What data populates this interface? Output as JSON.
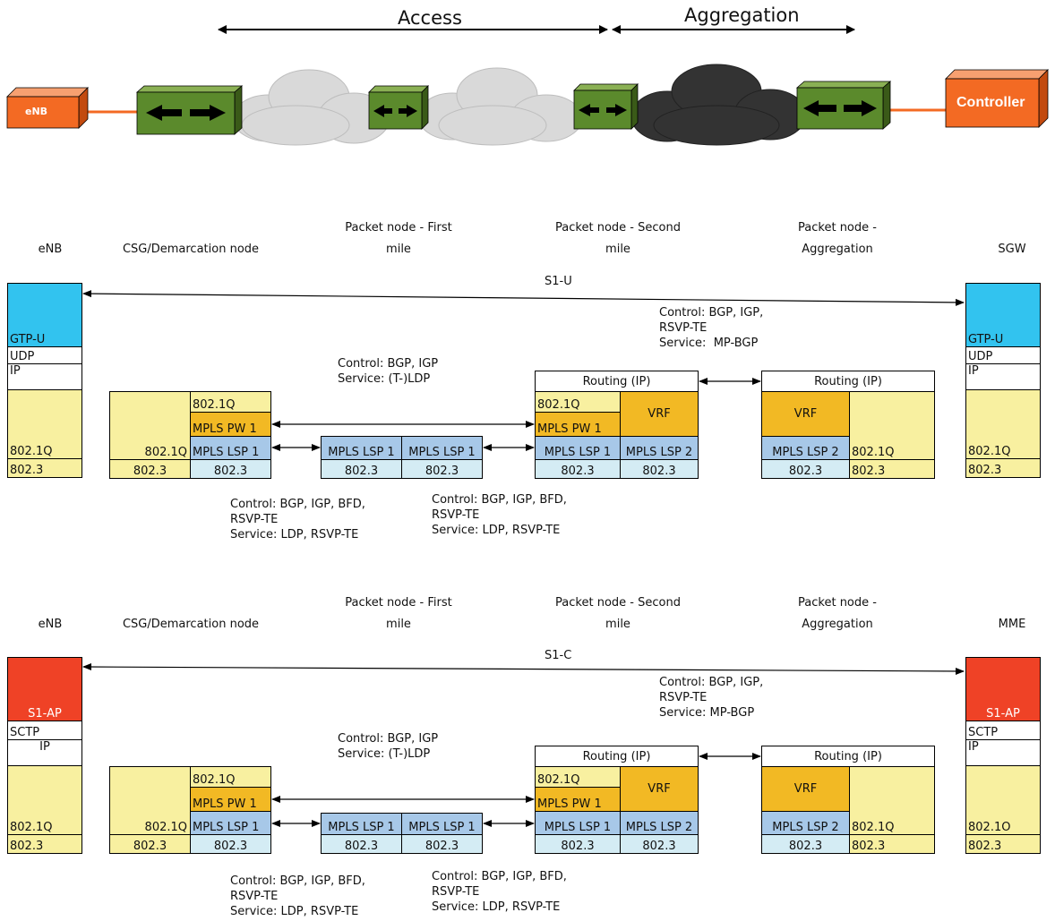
{
  "top": {
    "access_label": "Access",
    "aggregation_label": "Aggregation",
    "enb_label": "eNB",
    "controller_label": "Controller"
  },
  "colors": {
    "switch_green": "#5b8a2c",
    "device_orange": "#f36a23",
    "cloud_light": "#d9d9d9",
    "cloud_dark": "#333333",
    "gtp_cyan": "#32c3ef",
    "s1ap_red": "#ef4226"
  },
  "panel1": {
    "columns": {
      "enb": "eNB",
      "csg": "CSG/Demarcation node",
      "first": "Packet node - First\nmile",
      "second": "Packet node - Second\nmile",
      "aggregation": "Packet node -\nAggregation",
      "end": "SGW"
    },
    "interface": "S1-U",
    "ann_upper_right": "Control: BGP, IGP,\nRSVP-TE\nService:  MP-BGP",
    "ann_upper_mid": "Control: BGP, IGP\nService: (T-)LDP",
    "ann_lower_left": "Control: BGP, IGP, BFD,\nRSVP-TE\nService: LDP, RSVP-TE",
    "ann_lower_mid": "Control: BGP, IGP, BFD,\nRSVP-TE\nService: LDP, RSVP-TE",
    "enb_stack": [
      "GTP-U",
      "UDP",
      "IP",
      "802.1Q",
      "802.3"
    ],
    "end_stack": [
      "GTP-U",
      "UDP",
      "IP",
      "802.1Q",
      "802.3"
    ],
    "csg": {
      "q_left": "802.1Q",
      "e_left": "802.3",
      "q": "802.1Q",
      "pw": "MPLS PW 1",
      "lsp": "MPLS LSP 1",
      "e_right": "802.3"
    },
    "first": {
      "lsp_a": "MPLS LSP 1",
      "lsp_b": "MPLS LSP 1",
      "e_a": "802.3",
      "e_b": "802.3"
    },
    "second": {
      "routing": "Routing (IP)",
      "q": "802.1Q",
      "pw": "MPLS PW 1",
      "vrf": "VRF",
      "lsp_a": "MPLS LSP 1",
      "lsp_b": "MPLS LSP 2",
      "e_a": "802.3",
      "e_b": "802.3"
    },
    "agg": {
      "routing": "Routing (IP)",
      "vrf": "VRF",
      "lsp": "MPLS LSP 2",
      "q": "802.1Q",
      "e_a": "802.3",
      "e_b": "802.3"
    }
  },
  "panel2": {
    "columns": {
      "enb": "eNB",
      "csg": "CSG/Demarcation node",
      "first": "Packet node - First\nmile",
      "second": "Packet node - Second\nmile",
      "aggregation": "Packet node -\nAggregation",
      "end": "MME"
    },
    "interface": "S1-C",
    "ann_upper_right": "Control: BGP, IGP,\nRSVP-TE\nService: MP-BGP",
    "ann_upper_mid": "Control: BGP, IGP\nService: (T-)LDP",
    "ann_lower_left": "Control: BGP, IGP, BFD,\nRSVP-TE\nService: LDP, RSVP-TE",
    "ann_lower_mid": "Control: BGP, IGP, BFD,\nRSVP-TE\nService: LDP, RSVP-TE",
    "enb_stack": [
      "S1-AP",
      "SCTP",
      "IP",
      "802.1Q",
      "802.3"
    ],
    "end_stack": [
      "S1-AP",
      "SCTP",
      "IP",
      "802.1O",
      "802.3"
    ],
    "csg": {
      "q_left": "802.1Q",
      "e_left": "802.3",
      "q": "802.1Q",
      "pw": "MPLS PW 1",
      "lsp": "MPLS LSP 1",
      "e_right": "802.3"
    },
    "first": {
      "lsp_a": "MPLS LSP 1",
      "lsp_b": "MPLS LSP 1",
      "e_a": "802.3",
      "e_b": "802.3"
    },
    "second": {
      "routing": "Routing (IP)",
      "q": "802.1Q",
      "pw": "MPLS PW 1",
      "vrf": "VRF",
      "lsp_a": "MPLS LSP 1",
      "lsp_b": "MPLS LSP 2",
      "e_a": "802.3",
      "e_b": "802.3"
    },
    "agg": {
      "routing": "Routing (IP)",
      "vrf": "VRF",
      "lsp": "MPLS LSP 2",
      "q": "802.1Q",
      "e_a": "802.3",
      "e_b": "802.3"
    }
  }
}
